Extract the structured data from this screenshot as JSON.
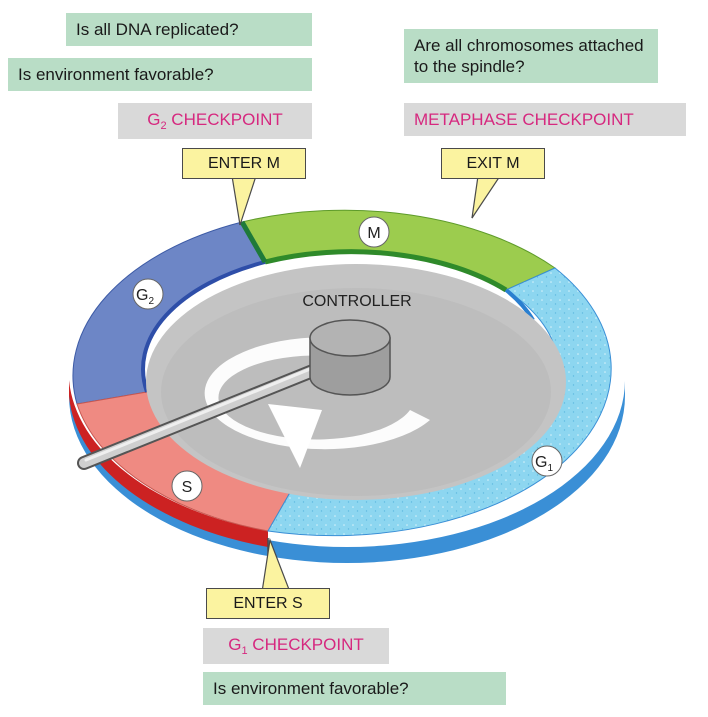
{
  "g2_checkpoint": {
    "question_1": "Is all DNA replicated?",
    "question_2": "Is environment favorable?",
    "label_prefix": "G",
    "label_sub": "2",
    "label_suffix": " CHECKPOINT"
  },
  "metaphase_checkpoint": {
    "question": "Are all chromosomes attached to the spindle?",
    "label": "METAPHASE CHECKPOINT"
  },
  "g1_checkpoint": {
    "label_prefix": "G",
    "label_sub": "1",
    "label_suffix": " CHECKPOINT",
    "question": "Is environment favorable?"
  },
  "transitions": {
    "enter_m": "ENTER M",
    "exit_m": "EXIT M",
    "enter_s": "ENTER S"
  },
  "controller_label": "CONTROLLER",
  "phases": {
    "m": "M",
    "g2": "G",
    "g2_sub": "2",
    "s": "S",
    "g1": "G",
    "g1_sub": "1"
  },
  "colors": {
    "question_box": "#b9ddc6",
    "checkpoint_box": "#d9d9d9",
    "checkpoint_text": "#d6287f",
    "transition_box": "#fbf3a0",
    "phase_m": "#9ccc4e",
    "phase_g2": "#6d86c6",
    "phase_s": "#ef8a82",
    "phase_g1": "#8dd6f0",
    "controller_disc": "#c4c4c4"
  }
}
